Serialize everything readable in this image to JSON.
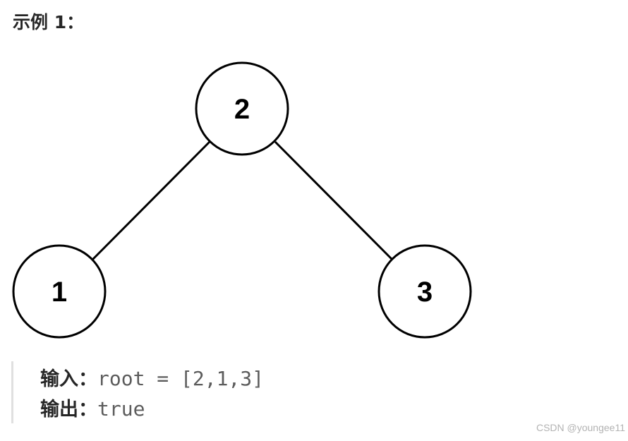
{
  "heading": "示例 1：",
  "tree": {
    "nodes": [
      {
        "label": "2"
      },
      {
        "label": "1"
      },
      {
        "label": "3"
      }
    ]
  },
  "example": {
    "input_label": "输入：",
    "input_value": "root = [2,1,3]",
    "output_label": "输出：",
    "output_value": "true"
  },
  "watermark": "CSDN @youngee11"
}
